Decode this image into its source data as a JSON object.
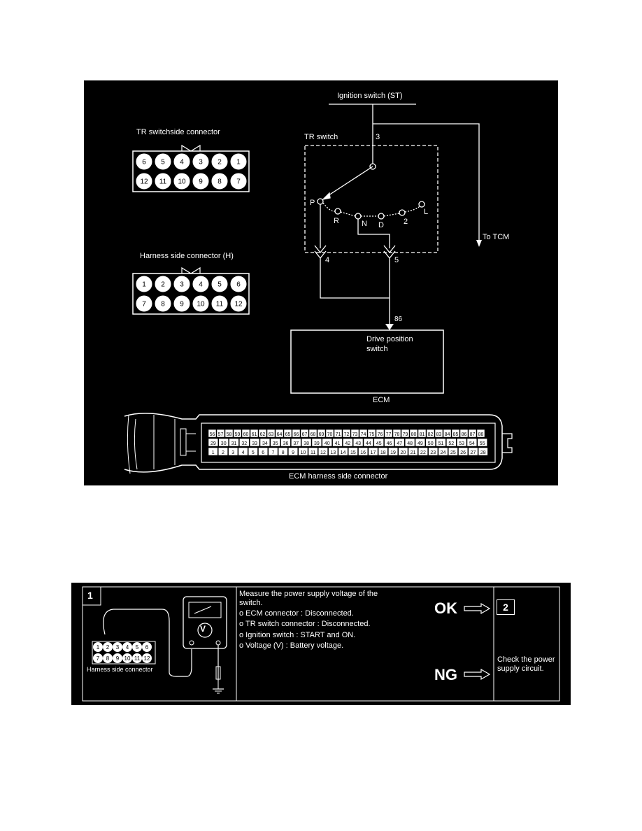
{
  "diagram": {
    "tr_switch_side_connector_label": "TR  switchside connector",
    "tr_pins_top": [
      "6",
      "5",
      "4",
      "3",
      "2",
      "1"
    ],
    "tr_pins_bottom": [
      "12",
      "11",
      "10",
      "9",
      "8",
      "7"
    ],
    "harness_side_connector_label": "Harness side connector (H)",
    "harness_pins_top": [
      "1",
      "2",
      "3",
      "4",
      "5",
      "6"
    ],
    "harness_pins_bottom": [
      "7",
      "8",
      "9",
      "10",
      "11",
      "12"
    ],
    "ignition_switch_label": "Ignition switch (ST)",
    "tr_switch_label": "TR switch",
    "pin_3": "3",
    "positions": [
      "P",
      "R",
      "N",
      "D",
      "2",
      "L"
    ],
    "to_tcm_label": "To TCM",
    "pin_4": "4",
    "pin_5": "5",
    "pin_86": "86",
    "ecm_inner_label": "Drive position switch",
    "ecm_label": "ECM",
    "ecm_row1": [
      "56",
      "57",
      "58",
      "59",
      "60",
      "61",
      "62",
      "63",
      "64",
      "65",
      "66",
      "67",
      "68",
      "69",
      "70",
      "71",
      "72",
      "73",
      "74",
      "75",
      "76",
      "77",
      "78",
      "79",
      "80",
      "81",
      "82",
      "83",
      "84",
      "85",
      "86",
      "87",
      "88"
    ],
    "ecm_row2": [
      "29",
      "30",
      "31",
      "32",
      "33",
      "34",
      "35",
      "36",
      "37",
      "38",
      "39",
      "40",
      "41",
      "42",
      "43",
      "44",
      "45",
      "46",
      "47",
      "48",
      "49",
      "50",
      "51",
      "52",
      "53",
      "54",
      "55"
    ],
    "ecm_row3": [
      "1",
      "2",
      "3",
      "4",
      "5",
      "6",
      "7",
      "8",
      "9",
      "10",
      "11",
      "12",
      "13",
      "14",
      "15",
      "16",
      "17",
      "18",
      "19",
      "20",
      "21",
      "22",
      "23",
      "24",
      "25",
      "26",
      "27",
      "28"
    ],
    "ecm_harness_label": "ECM harness side connector"
  },
  "step": {
    "number": "1",
    "harness_label": "Harness side connector",
    "harness_pins_top": [
      "1",
      "2",
      "3",
      "4",
      "5",
      "6"
    ],
    "harness_pins_bottom": [
      "7",
      "8",
      "9",
      "10",
      "11",
      "12"
    ],
    "meter_symbol": "V",
    "instruction": "Measure the power supply voltage of the switch.",
    "conditions": [
      "o   ECM connector : Disconnected.",
      "o   TR switch connector : Disconnected.",
      "o   Ignition switch : START and ON.",
      "o   Voltage (V) : Battery voltage."
    ],
    "ok_label": "OK",
    "ok_next": "2",
    "ng_label": "NG",
    "ng_action": "Check the power supply circuit."
  }
}
